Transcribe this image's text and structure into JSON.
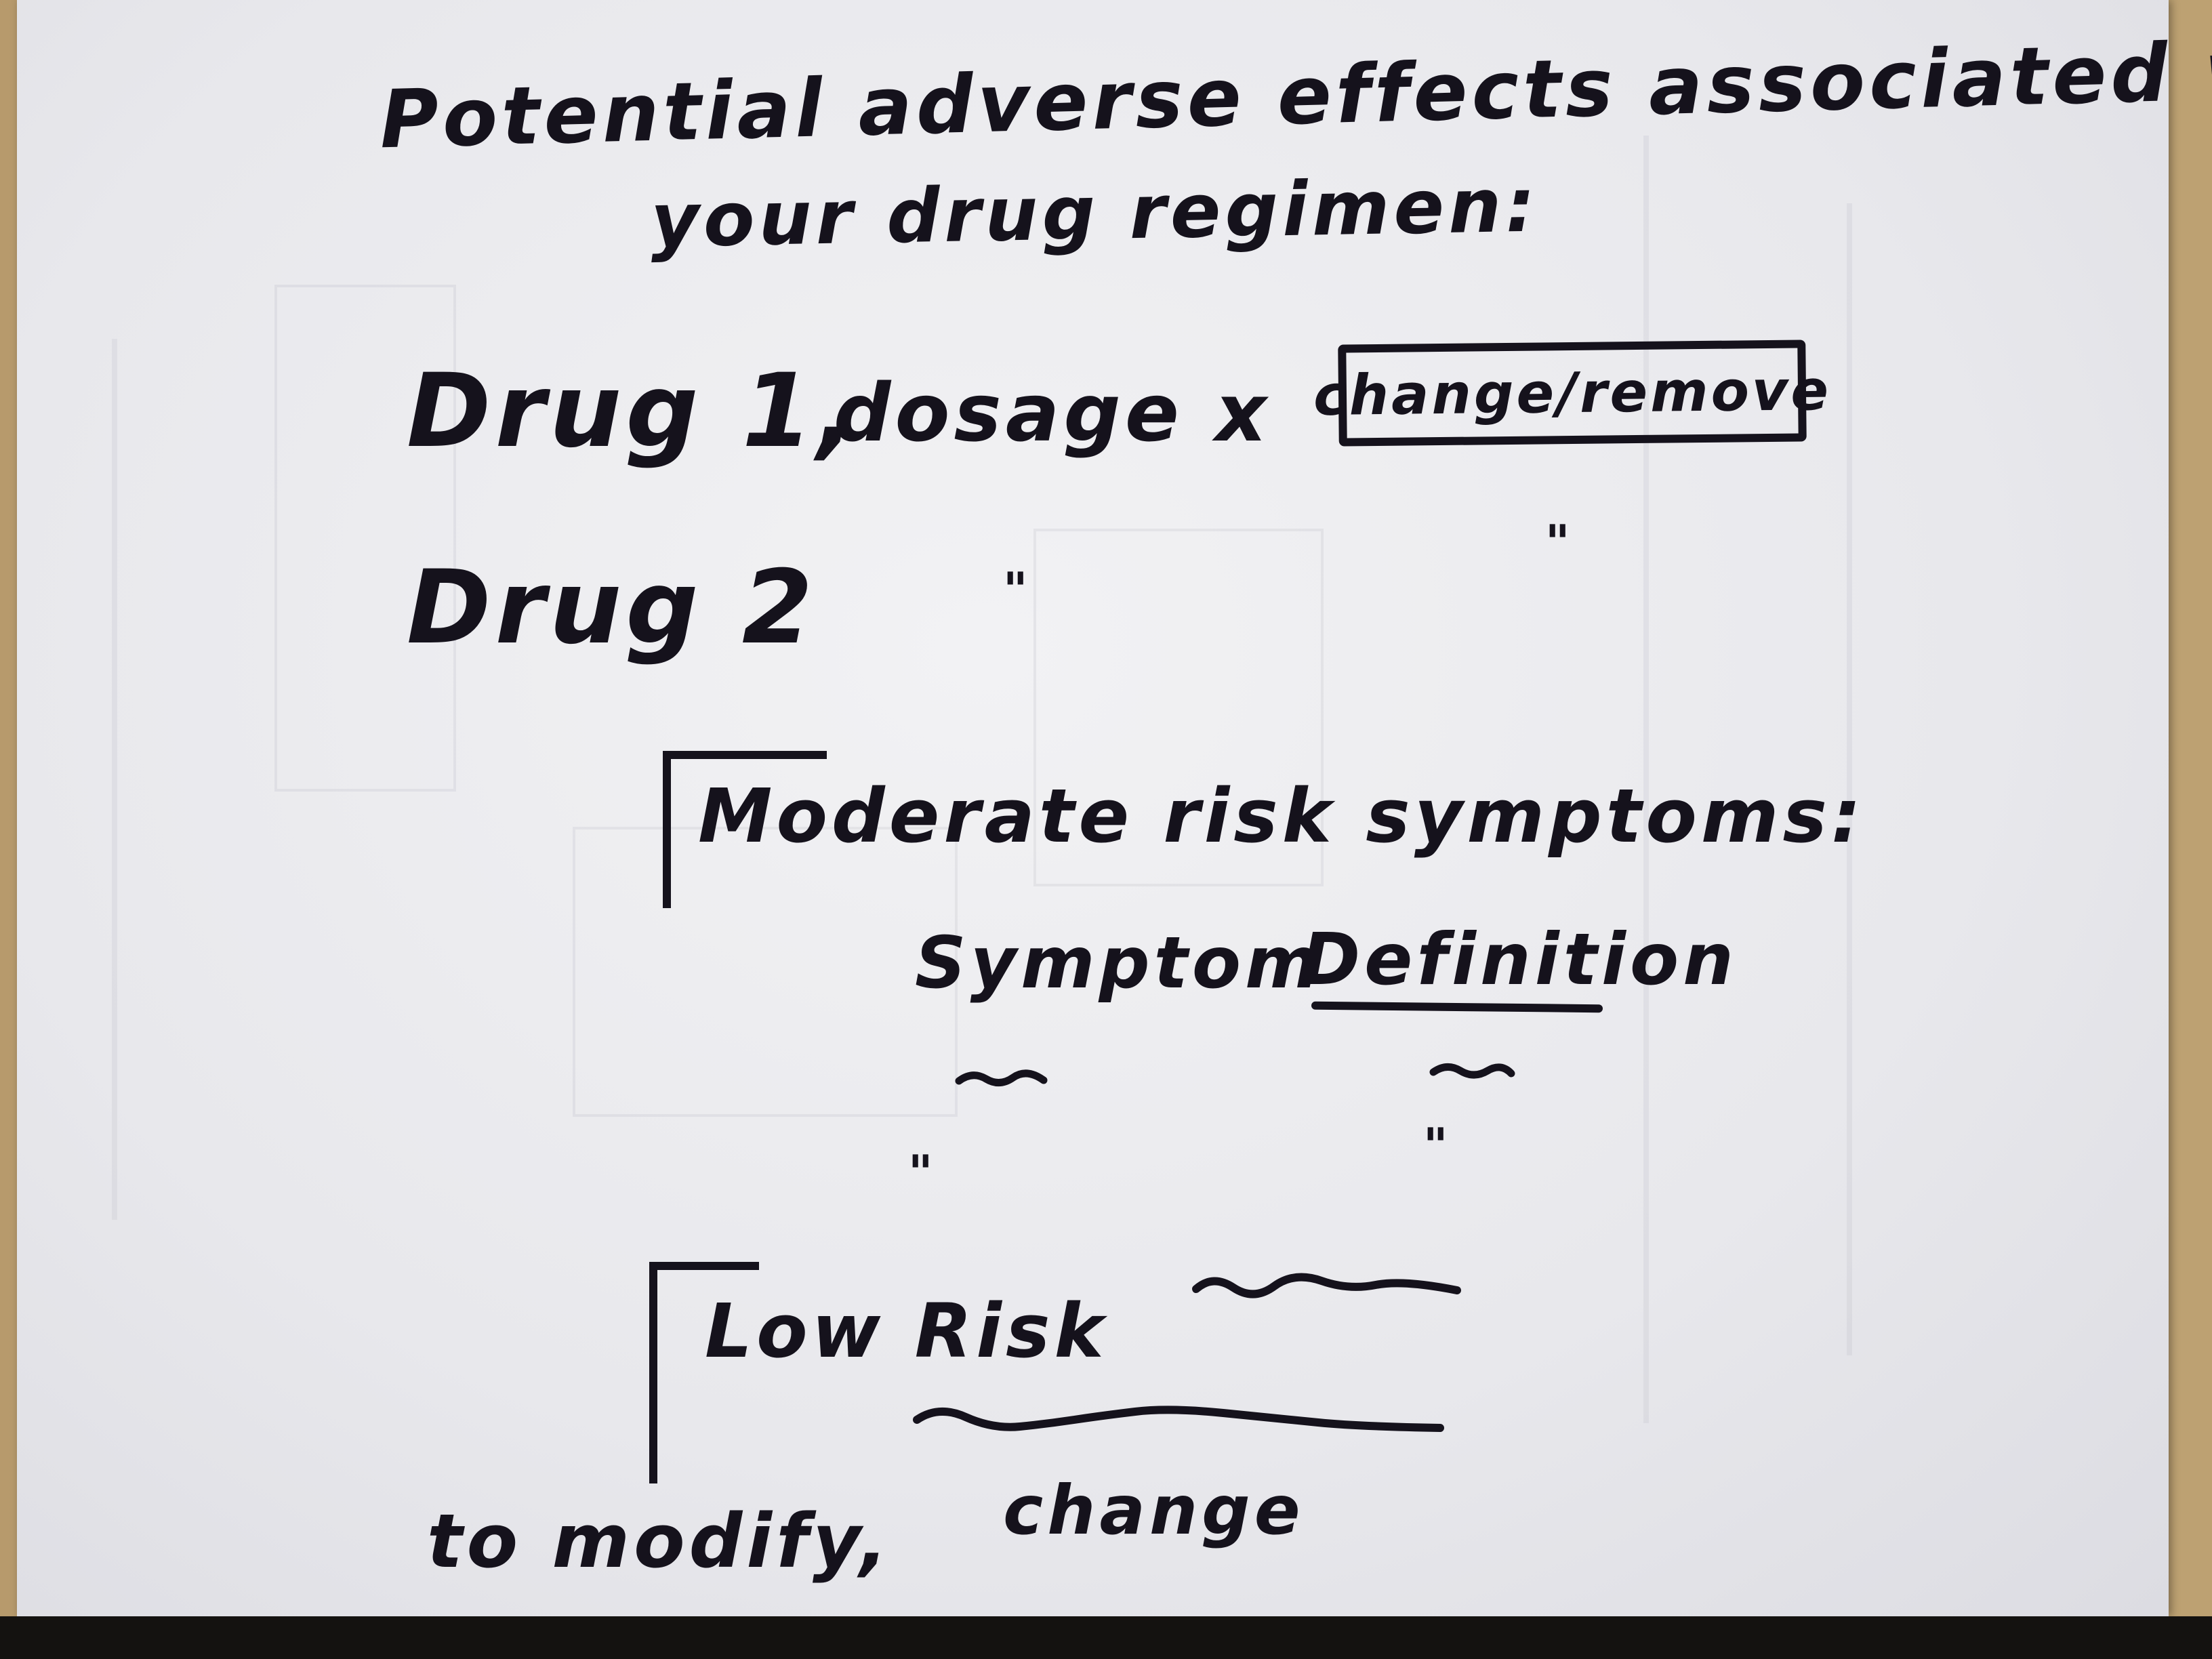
{
  "page": {
    "heading_line1": "Potential adverse effects associated w/",
    "heading_line2": "your drug regimen:"
  },
  "drugs": {
    "drug1_label": "Drug 1,",
    "drug1_dosage": "dosage x",
    "change_remove_button": "change/remove",
    "drug2_label": "Drug 2",
    "ditto_mark": "\""
  },
  "moderate_section": {
    "title": "Moderate risk symptoms:",
    "col_symptom": "Symptom",
    "col_definition": "Definition"
  },
  "low_section": {
    "title": "Low Risk"
  },
  "footer": {
    "modify_text": "to modify,",
    "change_text": "change"
  },
  "colors": {
    "ink": "#15121c",
    "paper": "#eeeef1"
  }
}
